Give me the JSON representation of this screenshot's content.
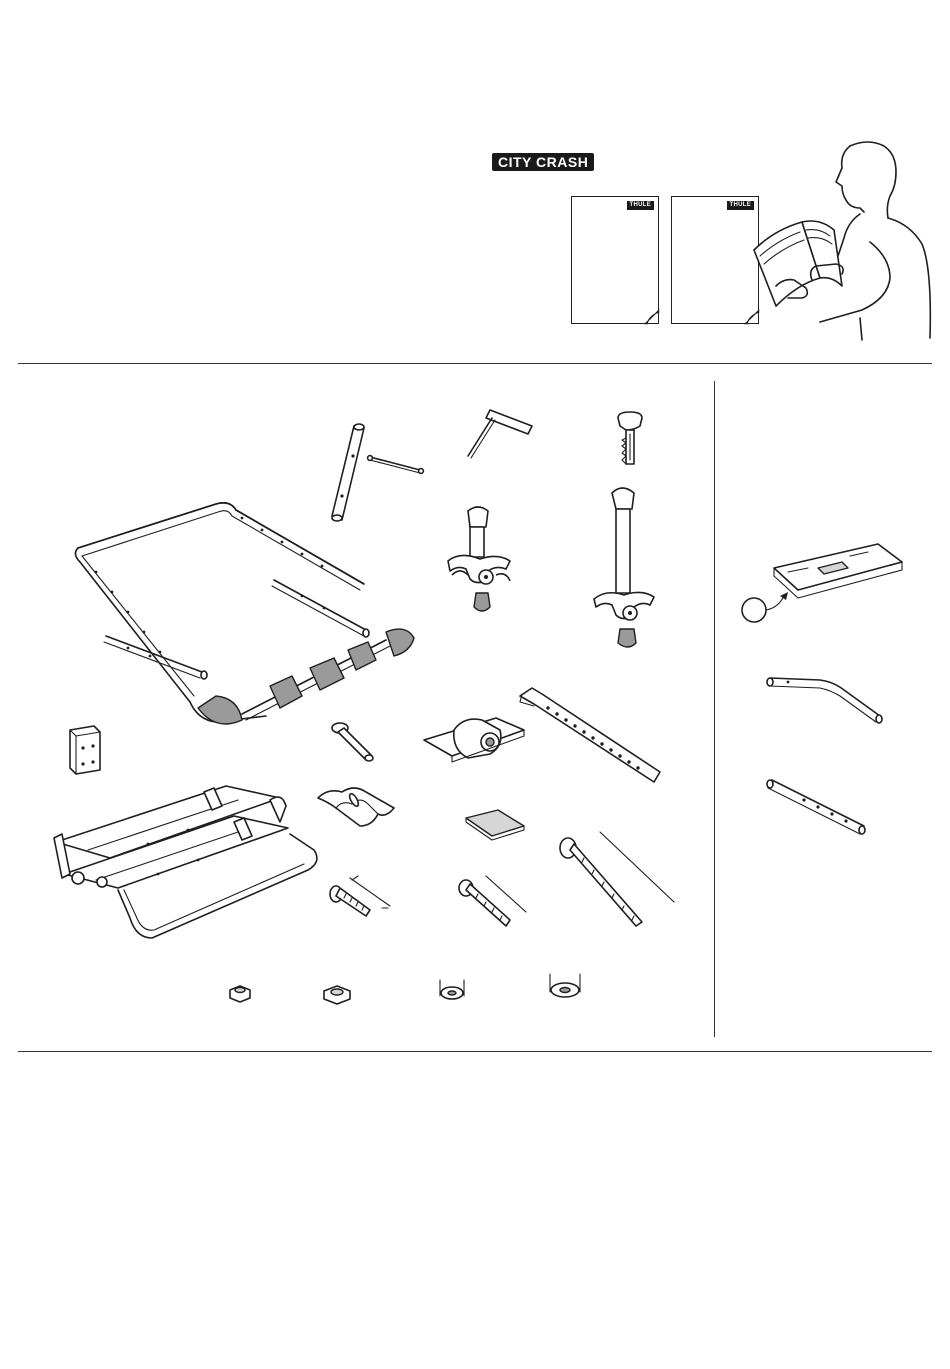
{
  "header": {
    "product_badge": "CITY CRASH"
  },
  "manuals": [
    {
      "logo": "THULE"
    },
    {
      "logo": "THULE"
    }
  ],
  "icons": {
    "reader": "person-reading-manual-icon",
    "parts": [
      "tubular-socket-wrench-icon",
      "tommy-bar-icon",
      "hex-key-icon",
      "lock-key-icon",
      "short-frame-holder-icon",
      "long-frame-holder-icon",
      "main-bike-frame-icon",
      "rubber-pad-icon",
      "carrier-base-frame-icon",
      "flat-head-bolt-icon",
      "wheel-holder-icon",
      "wheel-strap-icon",
      "saddle-clamp-icon",
      "square-pad-icon",
      "short-bolt-icon",
      "medium-bolt-icon",
      "long-bolt-icon",
      "lock-nut-icon",
      "hex-nut-icon",
      "small-washer-icon",
      "large-washer-icon",
      "license-plate-holder-icon",
      "bent-tube-icon",
      "straight-tube-icon"
    ]
  },
  "colors": {
    "ink": "#1f1f1f",
    "badge_bg": "#1a1a1a",
    "paper": "#ffffff"
  }
}
